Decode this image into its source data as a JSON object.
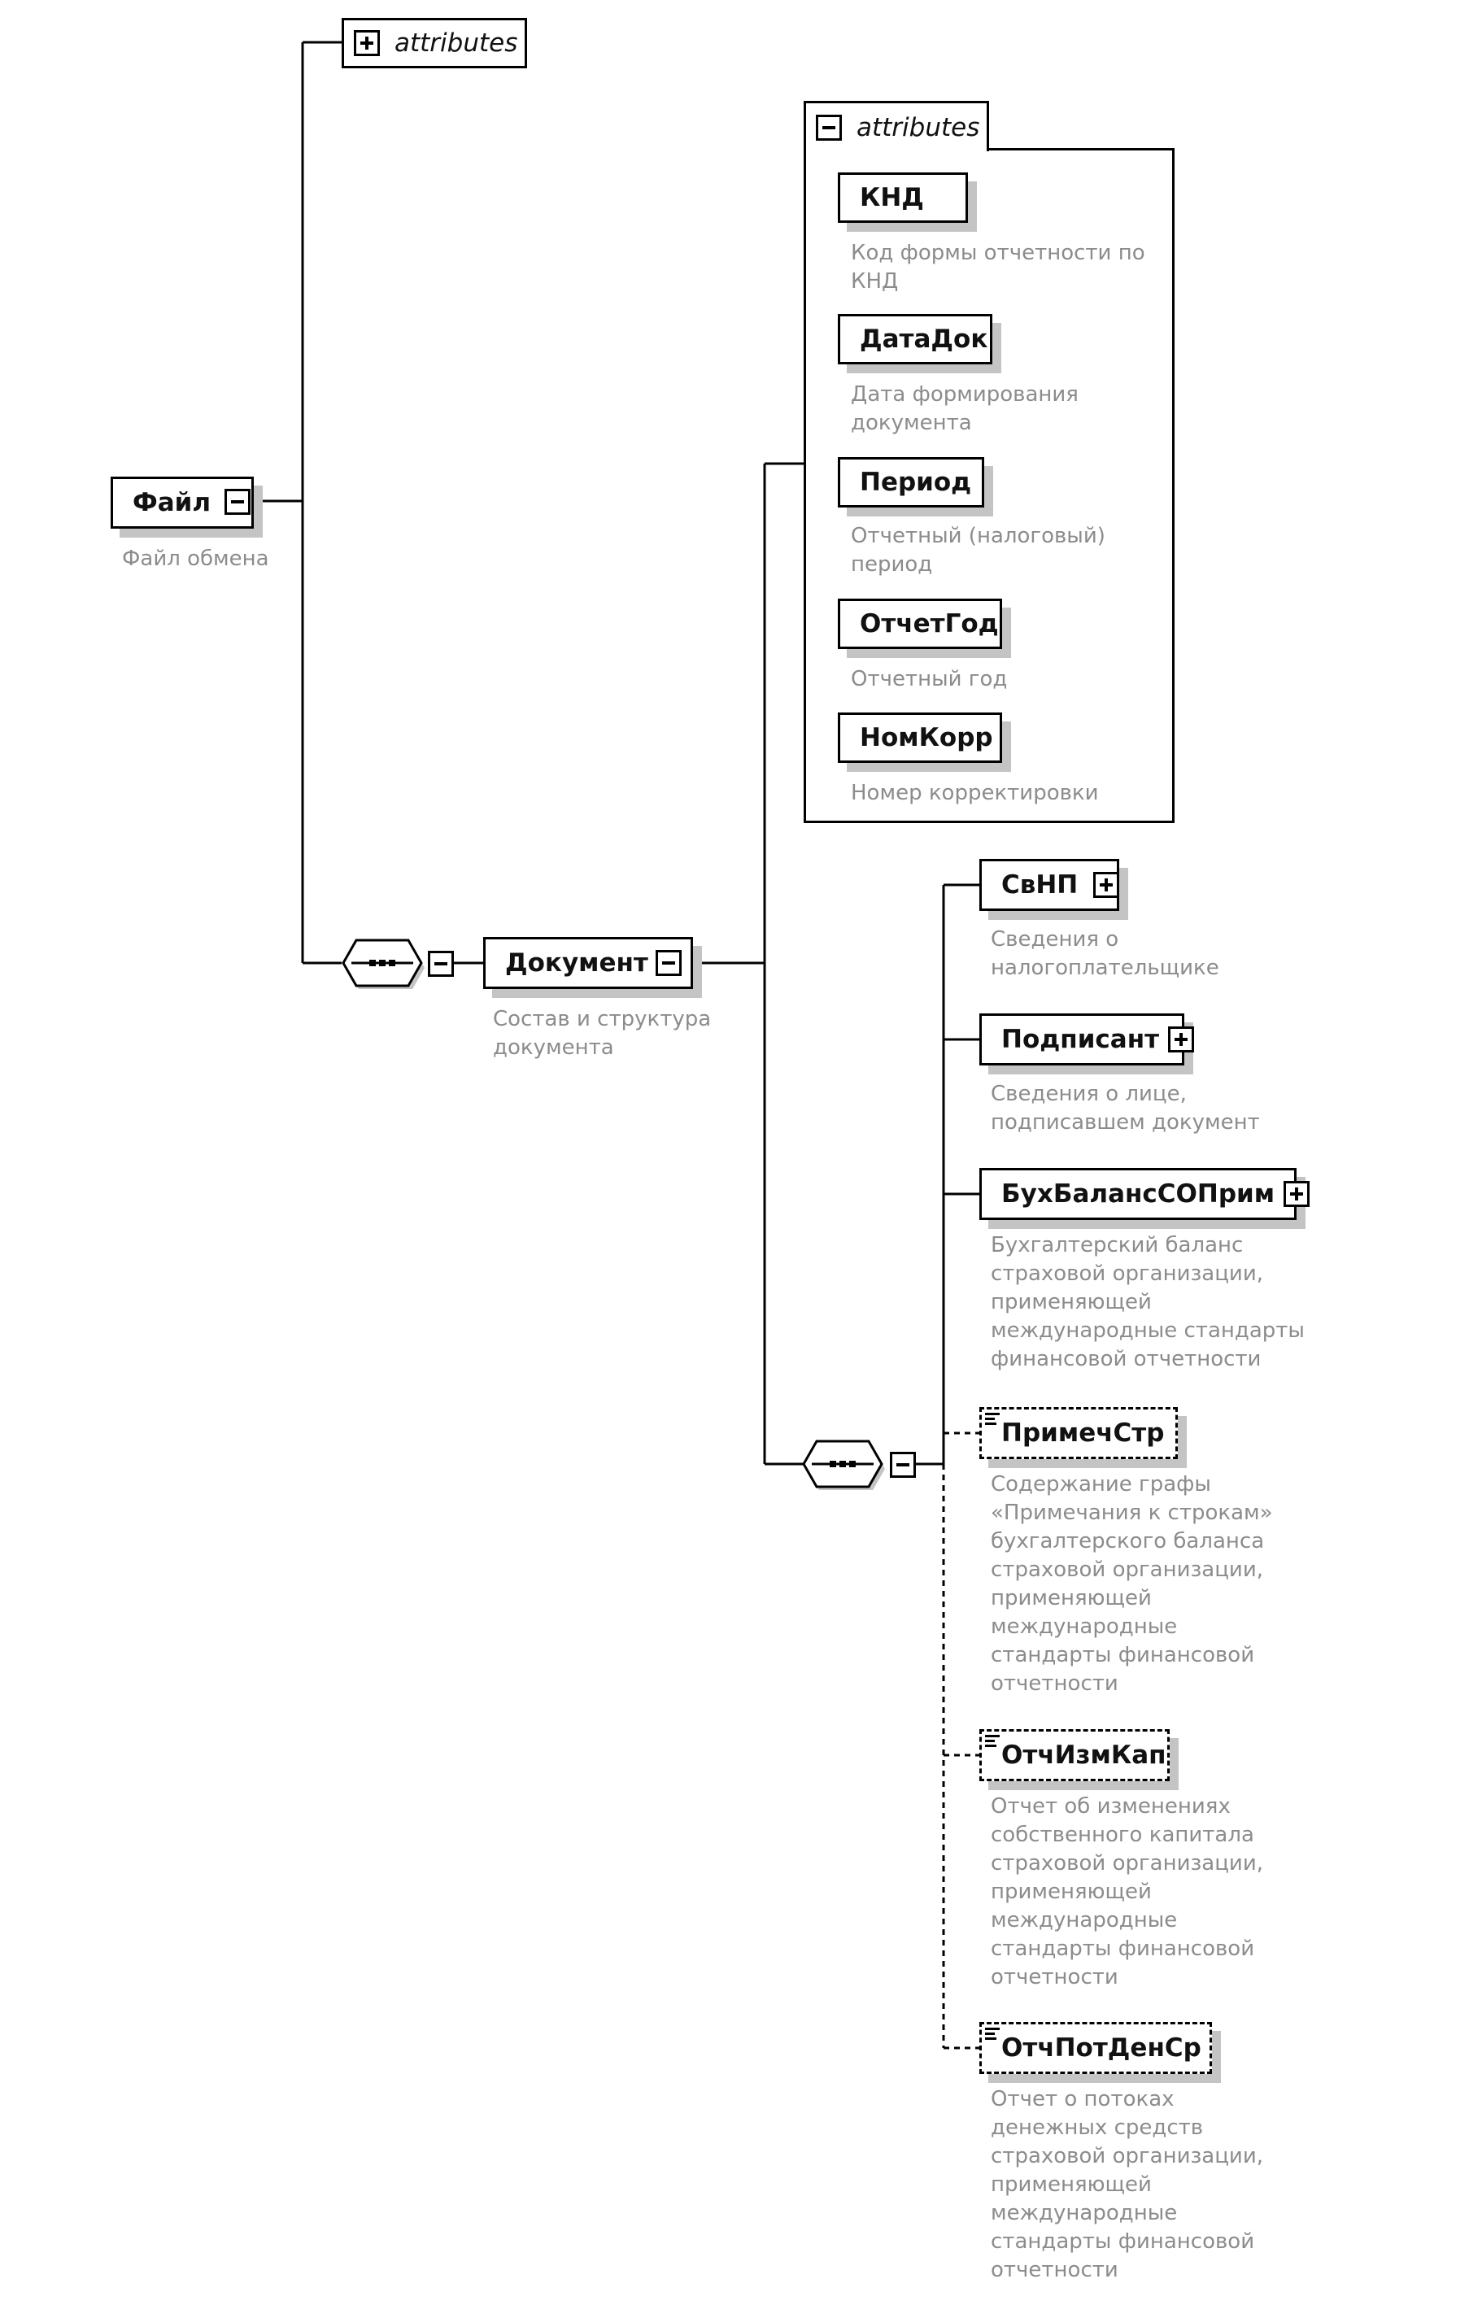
{
  "root": {
    "name": "Файл",
    "desc": "Файл обмена",
    "attributes_label": "attributes"
  },
  "document": {
    "name": "Документ",
    "desc_lines": [
      "Состав и структура",
      "документа"
    ],
    "attributes": {
      "label": "attributes",
      "items": [
        {
          "name": "КНД",
          "desc_lines": [
            "Код формы отчетности по",
            "КНД"
          ]
        },
        {
          "name": "ДатаДок",
          "desc_lines": [
            "Дата формирования",
            "документа"
          ]
        },
        {
          "name": "Период",
          "desc_lines": [
            "Отчетный (налоговый)",
            "период"
          ]
        },
        {
          "name": "ОтчетГод",
          "desc_lines": [
            "Отчетный год"
          ]
        },
        {
          "name": "НомКорр",
          "desc_lines": [
            "Номер корректировки"
          ]
        }
      ]
    },
    "children": [
      {
        "name": "СвНП",
        "optional": false,
        "expandable": true,
        "desc_lines": [
          "Сведения о",
          "налогоплательщике"
        ]
      },
      {
        "name": "Подписант",
        "optional": false,
        "expandable": true,
        "desc_lines": [
          "Сведения о лице,",
          "подписавшем документ"
        ]
      },
      {
        "name": "БухБалансСОПрим",
        "optional": false,
        "expandable": true,
        "desc_lines": [
          "Бухгалтерский баланс",
          "страховой организации,",
          "применяющей",
          "международные стандарты",
          "финансовой отчетности"
        ]
      },
      {
        "name": "ПримечСтр",
        "optional": true,
        "expandable": false,
        "desc_lines": [
          "Содержание графы",
          "«Примечания к строкам»",
          "бухгалтерского баланса",
          "страховой организации,",
          "применяющей",
          "международные",
          "стандарты финансовой",
          "отчетности"
        ]
      },
      {
        "name": "ОтчИзмКап",
        "optional": true,
        "expandable": false,
        "desc_lines": [
          "Отчет об изменениях",
          "собственного капитала",
          "страховой организации,",
          "применяющей",
          "международные",
          "стандарты финансовой",
          "отчетности"
        ]
      },
      {
        "name": "ОтчПотДенСр",
        "optional": true,
        "expandable": false,
        "desc_lines": [
          "Отчет о потоках",
          "денежных средств",
          "страховой организации,",
          "применяющей",
          "международные",
          "стандарты финансовой",
          "отчетности"
        ]
      }
    ]
  }
}
